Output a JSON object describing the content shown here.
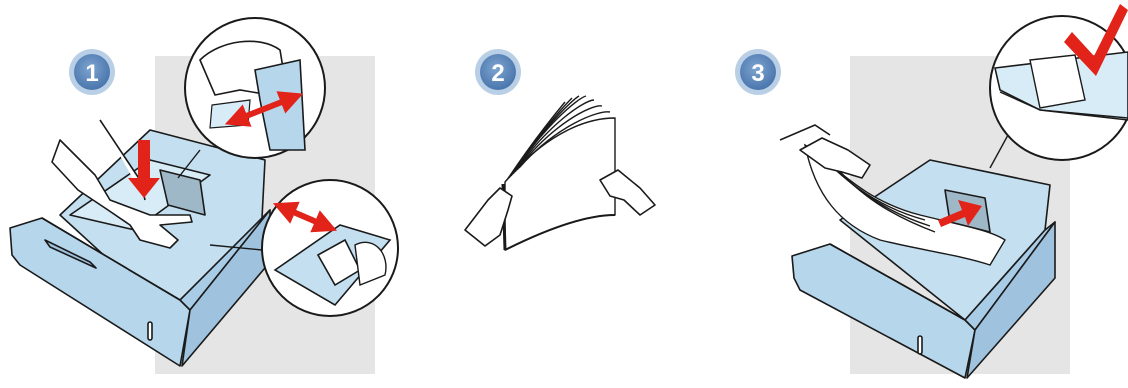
{
  "steps": [
    {
      "number": "1",
      "illustration": "adjust-paper-guides-in-tray"
    },
    {
      "number": "2",
      "illustration": "fan-paper-stack"
    },
    {
      "number": "3",
      "illustration": "load-paper-into-tray"
    }
  ],
  "colors": {
    "badge_outer": "#b9cfe6",
    "badge_inner": "#5b87bb",
    "badge_text": "#ffffff",
    "panel_bg": "#e5e5e5",
    "tray_fill": "#c3dff0",
    "tray_stroke": "#1a1a1a",
    "arrow_red": "#e2231a",
    "check_red": "#e2231a",
    "paper_fill": "#ffffff"
  },
  "icons": [
    "hand-icon",
    "double-arrow-icon",
    "down-arrow-icon",
    "checkmark-icon",
    "paper-stack-icon"
  ]
}
